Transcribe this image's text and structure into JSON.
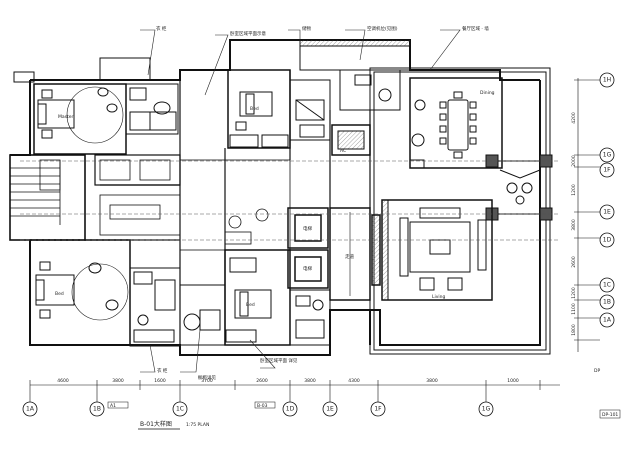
{
  "drawing": {
    "title": "B-01大样图",
    "scale_text": "1:75 PLAN",
    "sheet_tag": "DP-101"
  },
  "room_labels": {
    "master_bed": "Master",
    "dining": "Dining",
    "living": "Living",
    "bed_center": "Bed",
    "bed_bottom_left": "Bed",
    "bed_bottom_mid": "Bed",
    "elevator_1": "电梯",
    "elevator_2": "电梯",
    "stair": "楼梯",
    "corridor": "走道"
  },
  "callouts": [
    {
      "id": "c1",
      "text": "衣 柜"
    },
    {
      "id": "c2",
      "text": "卧室区域平面示意"
    },
    {
      "id": "c3",
      "text": "储物"
    },
    {
      "id": "c4",
      "text": "空调机位(见图)"
    },
    {
      "id": "c5",
      "text": "餐厅区域 · 墙"
    },
    {
      "id": "c6",
      "text": "衣 柜"
    },
    {
      "id": "c7",
      "text": "卧室区域平面 详见"
    },
    {
      "id": "c8",
      "text": "橱柜详见"
    }
  ],
  "axis_bottom": [
    {
      "id": "a1",
      "label": "1A"
    },
    {
      "id": "a2",
      "label": "1B"
    },
    {
      "id": "a3",
      "label": "1C"
    },
    {
      "id": "a4",
      "label": "1D"
    },
    {
      "id": "a5",
      "label": "1E"
    },
    {
      "id": "a6",
      "label": "1F"
    },
    {
      "id": "a7",
      "label": "1G"
    }
  ],
  "axis_right": [
    {
      "id": "r1",
      "label": "1H"
    },
    {
      "id": "r2",
      "label": "1G"
    },
    {
      "id": "r3",
      "label": "1F"
    },
    {
      "id": "r4",
      "label": "1E"
    },
    {
      "id": "r5",
      "label": "1D"
    },
    {
      "id": "r6",
      "label": "1C"
    },
    {
      "id": "r7",
      "label": "1B"
    },
    {
      "id": "r8",
      "label": "1A"
    }
  ],
  "dims_bottom": [
    "4600",
    "3800",
    "1600",
    "3700",
    "2600",
    "3800",
    "4300",
    "3800",
    "1000"
  ],
  "dims_right": [
    "4200",
    "2000",
    "1200",
    "3800",
    "2600",
    "1200",
    "1100",
    "1800"
  ],
  "misc": {
    "ac_label": "AC",
    "top_sheet": "DP",
    "bottom_tag_1": "A1",
    "bottom_tag_2": "B-03"
  },
  "colors": {
    "line": "#111111",
    "wall": "#222222",
    "hatch": "#555555",
    "accent": "#333333"
  }
}
